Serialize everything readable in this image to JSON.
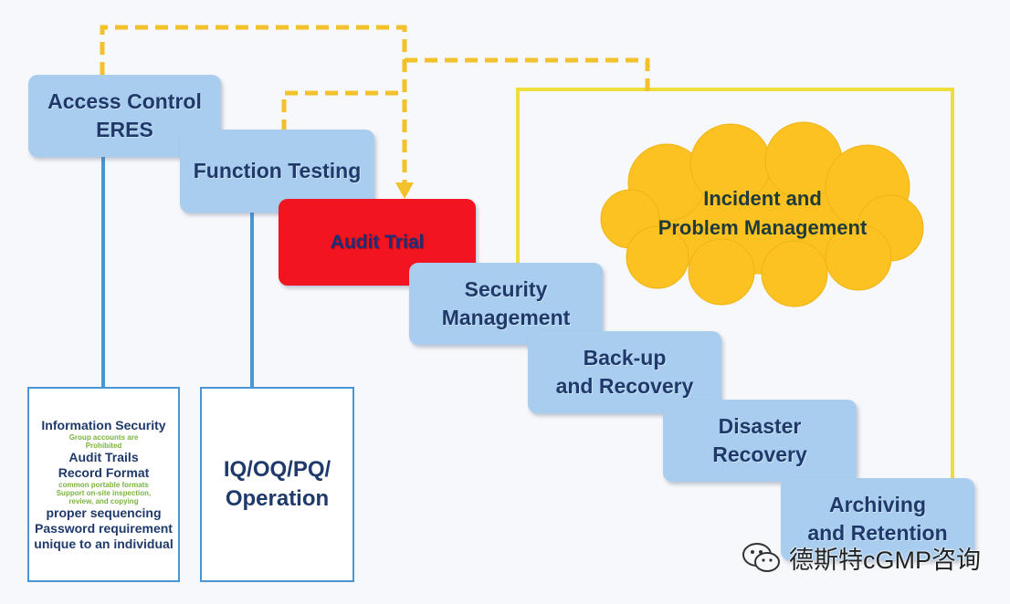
{
  "nodes": {
    "access_control": [
      "Access Control",
      "ERES"
    ],
    "function_testing": [
      "Function Testing"
    ],
    "audit_trial": [
      "Audit Trial"
    ],
    "security_management": [
      "Security",
      "Management"
    ],
    "backup_recovery": [
      "Back-up",
      "and Recovery"
    ],
    "disaster_recovery": [
      "Disaster",
      "Recovery"
    ],
    "archiving_retention": [
      "Archiving",
      "and Retention"
    ],
    "incident_problem": [
      "Incident and",
      "Problem Management"
    ]
  },
  "info_panel": {
    "lines": [
      {
        "text": "Information Security",
        "style": "main"
      },
      {
        "text": "Group accounts are",
        "style": "sub"
      },
      {
        "text": "Prohibited",
        "style": "sub"
      },
      {
        "text": "Audit Trails",
        "style": "main"
      },
      {
        "text": "Record Format",
        "style": "main"
      },
      {
        "text": "common portable formats",
        "style": "sub"
      },
      {
        "text": "Support on-site inspection,",
        "style": "sub"
      },
      {
        "text": "review, and copying",
        "style": "sub"
      },
      {
        "text": "proper sequencing",
        "style": "main"
      },
      {
        "text": "Password requirement",
        "style": "main"
      },
      {
        "text": "unique to an individual",
        "style": "main"
      }
    ]
  },
  "qualification_panel": [
    "IQ/OQ/PQ/",
    "Operation"
  ],
  "watermark": {
    "text": "德斯特cGMP咨询",
    "icon": "wechat-icon"
  },
  "colors": {
    "box": "#a9cdee",
    "audit": "#f2141e",
    "dashed_line": "#f3c12a",
    "solid_line": "#eedd3a",
    "cloud": "#fbc221",
    "connector": "#4a96d3"
  }
}
